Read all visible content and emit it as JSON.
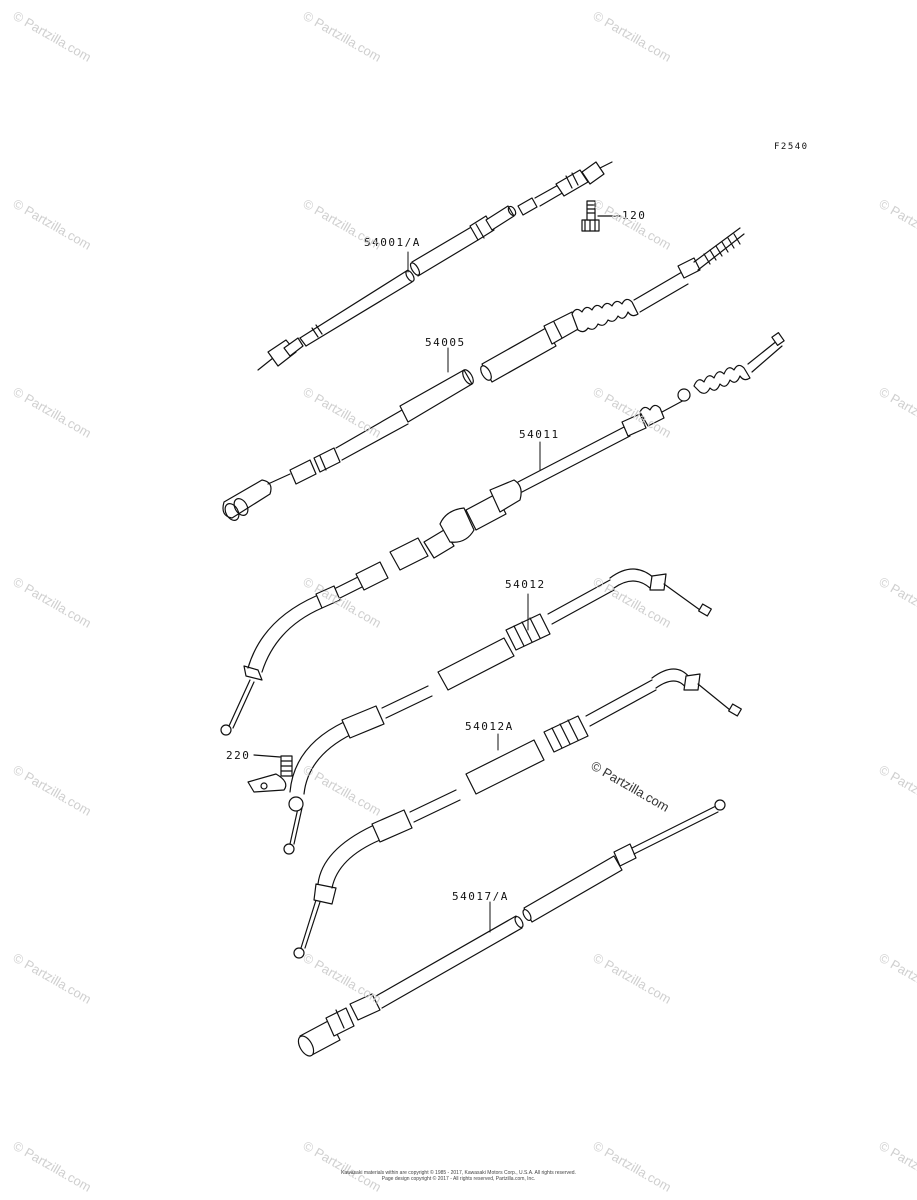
{
  "figure_code": "F2540",
  "parts": [
    {
      "id": "54001A",
      "label": "54001/A"
    },
    {
      "id": "120",
      "label": "120"
    },
    {
      "id": "54005",
      "label": "54005"
    },
    {
      "id": "54011",
      "label": "54011"
    },
    {
      "id": "54012",
      "label": "54012"
    },
    {
      "id": "220",
      "label": "220"
    },
    {
      "id": "54012A",
      "label": "54012A"
    },
    {
      "id": "54017A",
      "label": "54017/A"
    }
  ],
  "watermark": "© Partzilla.com",
  "copyright": {
    "line1": "Kawasaki materials within are copyright © 1985 - 2017, Kawasaki Motors Corp., U.S.A. All rights reserved.",
    "line2": "Page design copyright © 2017 - All rights reserved, Partzilla.com, Inc."
  }
}
